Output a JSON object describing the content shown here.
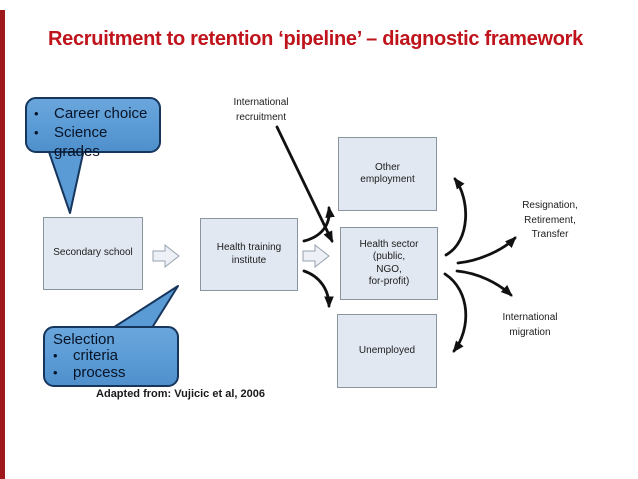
{
  "slide": {
    "title": "Recruitment to retention ‘pipeline’ – diagnostic framework",
    "caption": "Adapted from: Vujicic et al, 2006"
  },
  "colors": {
    "accent_bar": "#9f191c",
    "title_red": "#bf141c",
    "callout_fill": "#5b9bd5",
    "callout_border": "#17365d",
    "box_fill": "#e2e8f2",
    "box_border": "#8b95a0",
    "arrow_black": "#111111"
  },
  "callout_top": {
    "bullet": "•",
    "items": [
      "Career choice",
      "Science grades"
    ]
  },
  "callout_bottom": {
    "heading": "Selection",
    "bullet": "•",
    "items": [
      "criteria",
      "process"
    ]
  },
  "boxes": {
    "secondary_school": "Secondary school",
    "health_training": [
      "Health training",
      "institute"
    ],
    "other_employment": [
      "Other",
      "employment"
    ],
    "health_sector": [
      "Health sector",
      "(public,",
      "NGO,",
      "for-profit)"
    ],
    "unemployed": "Unemployed"
  },
  "labels": {
    "international_recruitment": [
      "International",
      "recruitment"
    ],
    "resignation": [
      "Resignation,",
      "Retirement,",
      "Transfer"
    ],
    "international_migration": [
      "International",
      "migration"
    ]
  }
}
